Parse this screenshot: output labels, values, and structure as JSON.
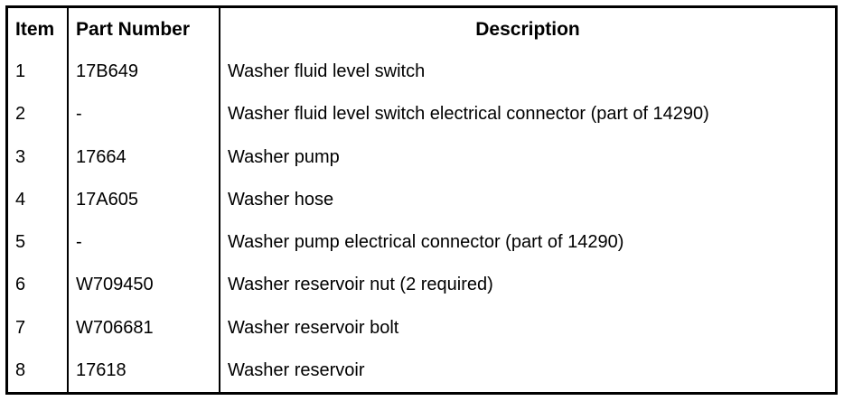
{
  "table": {
    "columns": [
      {
        "key": "item",
        "label": "Item",
        "align": "left"
      },
      {
        "key": "part_number",
        "label": "Part Number",
        "align": "left"
      },
      {
        "key": "description",
        "label": "Description",
        "align": "center"
      }
    ],
    "rows": [
      {
        "item": "1",
        "part_number": "17B649",
        "description": "Washer fluid level switch"
      },
      {
        "item": "2",
        "part_number": "-",
        "description": "Washer fluid level switch electrical connector (part of 14290)"
      },
      {
        "item": "3",
        "part_number": "17664",
        "description": "Washer pump"
      },
      {
        "item": "4",
        "part_number": "17A605",
        "description": "Washer hose"
      },
      {
        "item": "5",
        "part_number": "-",
        "description": "Washer pump electrical connector (part of 14290)"
      },
      {
        "item": "6",
        "part_number": "W709450",
        "description": "Washer reservoir nut (2 required)"
      },
      {
        "item": "7",
        "part_number": "W706681",
        "description": "Washer reservoir bolt"
      },
      {
        "item": "8",
        "part_number": "17618",
        "description": "Washer reservoir"
      }
    ]
  },
  "colors": {
    "rule": "#000000",
    "text": "#000000",
    "background": "#ffffff"
  }
}
